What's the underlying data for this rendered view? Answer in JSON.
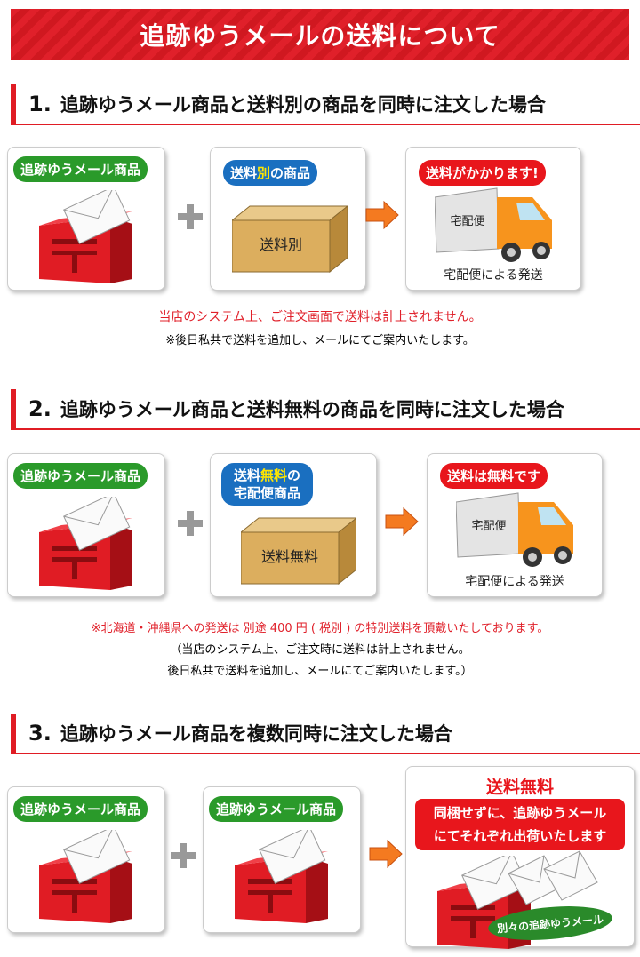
{
  "title": "追跡ゆうメールの送料について",
  "sections": [
    {
      "num": "1.",
      "heading": "追跡ゆうメール商品と送料別の商品を同時に注文した場合",
      "item1": "追跡ゆうメール商品",
      "item2_a": "送料",
      "item2_b": "別",
      "item2_c": "の商品",
      "box_label": "送料別",
      "result": "送料がかかります!",
      "truck_label": "宅配便",
      "caption": "宅配便による発送",
      "note_red": "当店のシステム上、ご注文画面で送料は計上されません。",
      "note_black": "※後日私共で送料を追加し、メールにてご案内いたします。"
    },
    {
      "num": "2.",
      "heading": "追跡ゆうメール商品と送料無料の商品を同時に注文した場合",
      "item1": "追跡ゆうメール商品",
      "item2_a": "送料",
      "item2_b": "無料",
      "item2_c": "の",
      "item2_d": "宅配便商品",
      "box_label": "送料無料",
      "result": "送料は無料です",
      "truck_label": "宅配便",
      "caption": "宅配便による発送",
      "note_red": "※北海道・沖縄県への発送は 別途 400 円 ( 税別 ) の特別送料を頂戴いたしております。",
      "note_black1": "（当店のシステム上、ご注文時に送料は計上されません。",
      "note_black2": "後日私共で送料を追加し、メールにてご案内いたします。）"
    },
    {
      "num": "3.",
      "heading": "追跡ゆうメール商品を複数同時に注文した場合",
      "item1": "追跡ゆうメール商品",
      "item2": "追跡ゆうメール商品",
      "result_title": "送料無料",
      "result_line1": "同梱せずに、追跡ゆうメール",
      "result_line2": "にてそれぞれ出荷いたします",
      "bubble": "別々の追跡ゆうメール"
    }
  ],
  "colors": {
    "red": "#e8161c",
    "green": "#2a9a2a",
    "blue": "#1a6fc0",
    "orange": "#f7941d"
  }
}
